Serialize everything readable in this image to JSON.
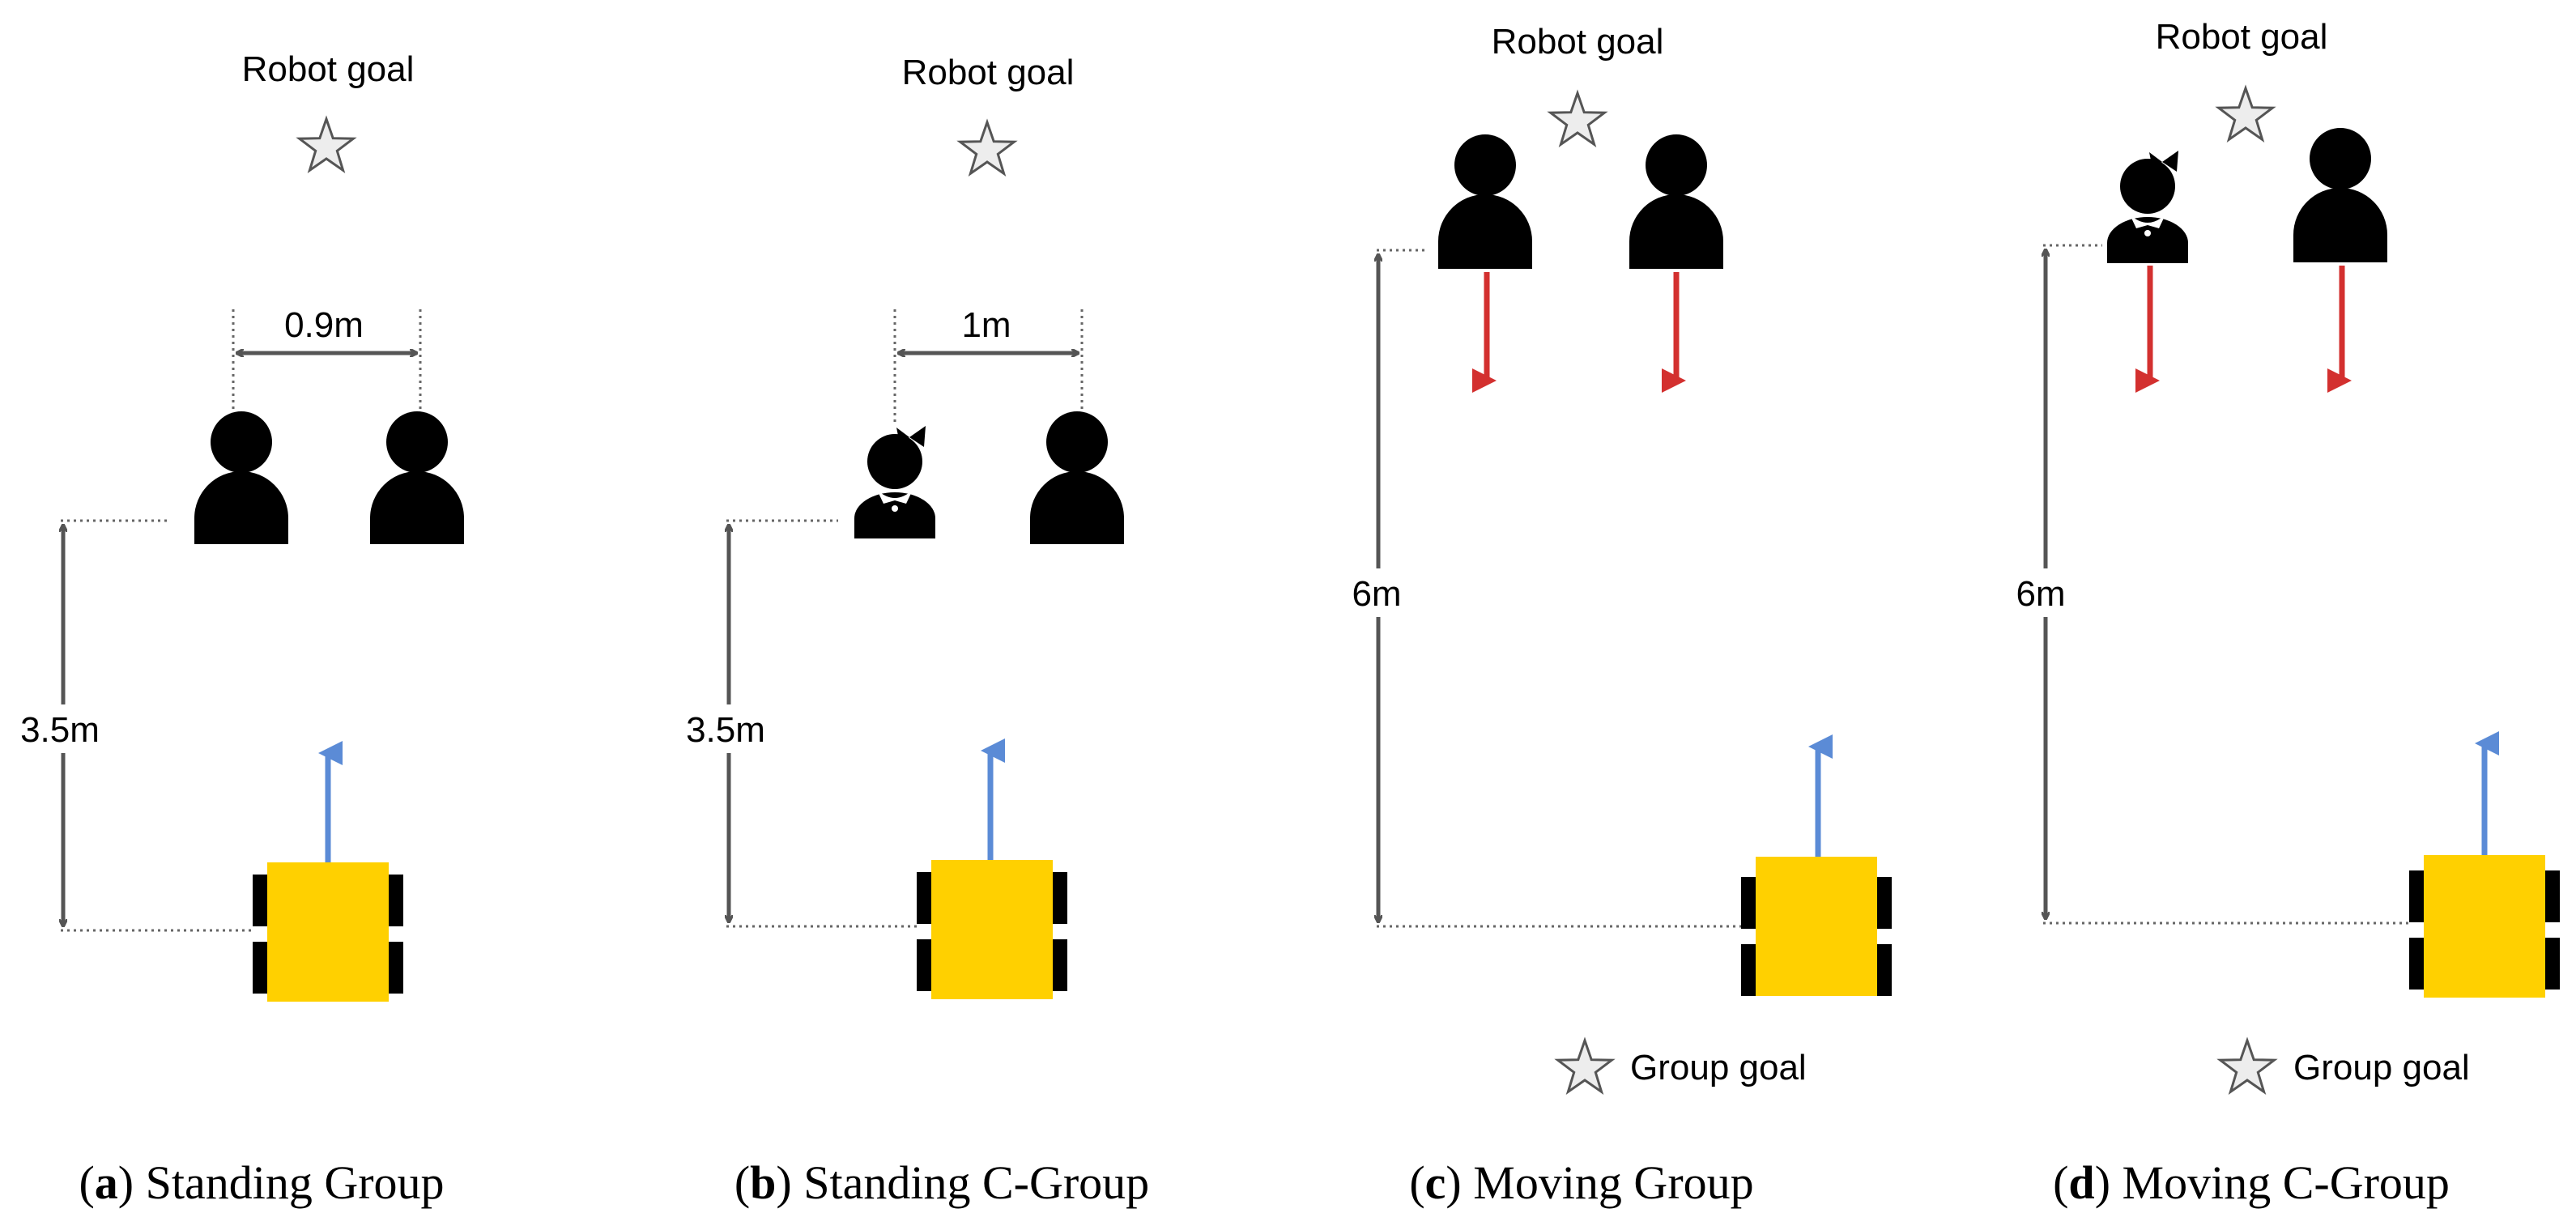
{
  "colors": {
    "robot": "#FFD000",
    "wheel": "#000000",
    "robot_arrow": "#5B8BD6",
    "person_arrow": "#D3302F",
    "dim_line": "#555555",
    "dotted": "#666666",
    "star_fill": "#EDEDED",
    "star_stroke": "#555555"
  },
  "icons": [
    "star-icon",
    "person-icon",
    "girl-icon",
    "robot-icon"
  ],
  "panels": [
    {
      "id": "a",
      "robot_goal_label": "Robot goal",
      "gap_label": "0.9m",
      "distance_label": "3.5m",
      "caption_letter": "a",
      "caption_text": " Standing Group"
    },
    {
      "id": "b",
      "robot_goal_label": "Robot goal",
      "gap_label": "1m",
      "distance_label": "3.5m",
      "caption_letter": "b",
      "caption_text": " Standing C-Group"
    },
    {
      "id": "c",
      "robot_goal_label": "Robot goal",
      "distance_label": "6m",
      "group_goal_label": "Group goal",
      "caption_letter": "c",
      "caption_text": " Moving Group"
    },
    {
      "id": "d",
      "robot_goal_label": "Robot goal",
      "distance_label": "6m",
      "group_goal_label": "Group goal",
      "caption_letter": "d",
      "caption_text": " Moving C-Group"
    }
  ]
}
